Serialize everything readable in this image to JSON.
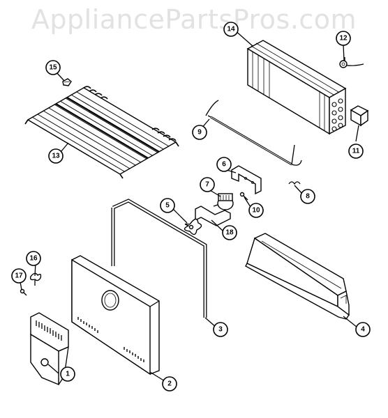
{
  "watermark": "AppliancePartsPros.com",
  "callouts": [
    {
      "id": "c1",
      "label": "1"
    },
    {
      "id": "c2",
      "label": "2"
    },
    {
      "id": "c3",
      "label": "3"
    },
    {
      "id": "c4",
      "label": "4"
    },
    {
      "id": "c5",
      "label": "5"
    },
    {
      "id": "c6",
      "label": "6"
    },
    {
      "id": "c7",
      "label": "7"
    },
    {
      "id": "c8",
      "label": "8"
    },
    {
      "id": "c9",
      "label": "9"
    },
    {
      "id": "c10",
      "label": "10"
    },
    {
      "id": "c11",
      "label": "11"
    },
    {
      "id": "c12",
      "label": "12"
    },
    {
      "id": "c13",
      "label": "13"
    },
    {
      "id": "c14",
      "label": "14"
    },
    {
      "id": "c15",
      "label": "15"
    },
    {
      "id": "c16",
      "label": "16"
    },
    {
      "id": "c17",
      "label": "17"
    },
    {
      "id": "c18",
      "label": "18"
    }
  ]
}
